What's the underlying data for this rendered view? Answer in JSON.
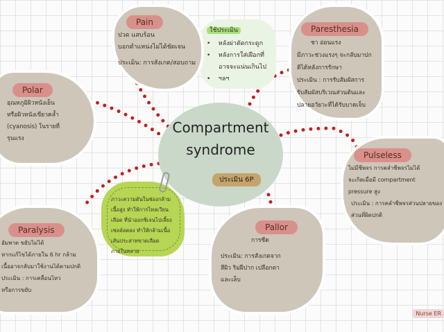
{
  "center": {
    "title_line1": "Compartment",
    "title_line2": "syndrome",
    "badge": "ประเมิน 6P"
  },
  "use_when": {
    "label": "ใช้ประเมิน",
    "items": [
      "หลังผ่าตัดกระดูก",
      "หลังการใส่เฝือกที่",
      "อาจจะแน่นเกินไป",
      "ฯลฯ"
    ]
  },
  "pain": {
    "title": "Pain",
    "lines": [
      "ปวด แสบร้อน",
      "บอกตำแหน่งไม่ได้ชัดเจน",
      "ประเมิน: การสังเกต/สอบถาม"
    ]
  },
  "paresthesia": {
    "title": "Paresthesia",
    "lines": [
      "ชา อ่อนแรง",
      "มีภาวะช่วงแรงๆ จะกลับมาปก",
      "ติได้หลังการรักษา",
      "ประเมิน : การรับสัมผัสการ",
      "รับสัมผัสบริเวณส่วนต้นและ",
      "ปลายอวัยวะที่ได้รับบาดเจ็บ"
    ]
  },
  "polar": {
    "title": "Polar",
    "lines": [
      "อุณหภูมิผิวหนังเย็น",
      "หรือผิวหนังเขียวคล้ำ",
      "(cyanosis) ในรายที่",
      "รุนแรง"
    ]
  },
  "pulseless": {
    "title": "Pulseless",
    "lines": [
      "ไม่มีชีพจร การคลำชีพจรไม่ได้",
      "จะเกิดเมื่อมี compartment",
      "pressure สูง",
      "ประเมิน : การคลำชีพจรส่วนปลายของ",
      "ส่วนที่ผิดปกติ"
    ]
  },
  "paralysis": {
    "title": "Paralysis",
    "lines": [
      "อัมพาต ขยับไม่ได้",
      "หากแก้ไขได้ภายใน 6 hr กล้าม",
      "เนื้ออาจกลับมาใช้งานได้ตามปกติ",
      "ประเมิน : การเคลื่อนไหว",
      "หรือการขยับ"
    ]
  },
  "pallor": {
    "title": "Pallor",
    "lines": [
      "การซีด",
      "ประเมิน:  การสังเกตจาก",
      "สีผิว ริมฝีปาก เปลือกตา",
      "และเล็บ"
    ]
  },
  "definition": {
    "lines": [
      "ภาวะความดันในช่องกล้าม",
      "เนื้อสูง ทำให้การไหลเวียน",
      "เลือด ที่นำออกซิเจนไปเลี้ยง",
      "เซลล์ลดลง ทำให้กล้ามเนื้อ",
      "เส้นประสาทขาดเลือด",
      "ภายในหลาย"
    ]
  },
  "credit": "Nurse ER",
  "colors": {
    "blob": "#cdc6b9",
    "tag": "#d9908a",
    "dots": "#c0201f",
    "center": "#c9d8c9",
    "note": "#b6d654"
  }
}
